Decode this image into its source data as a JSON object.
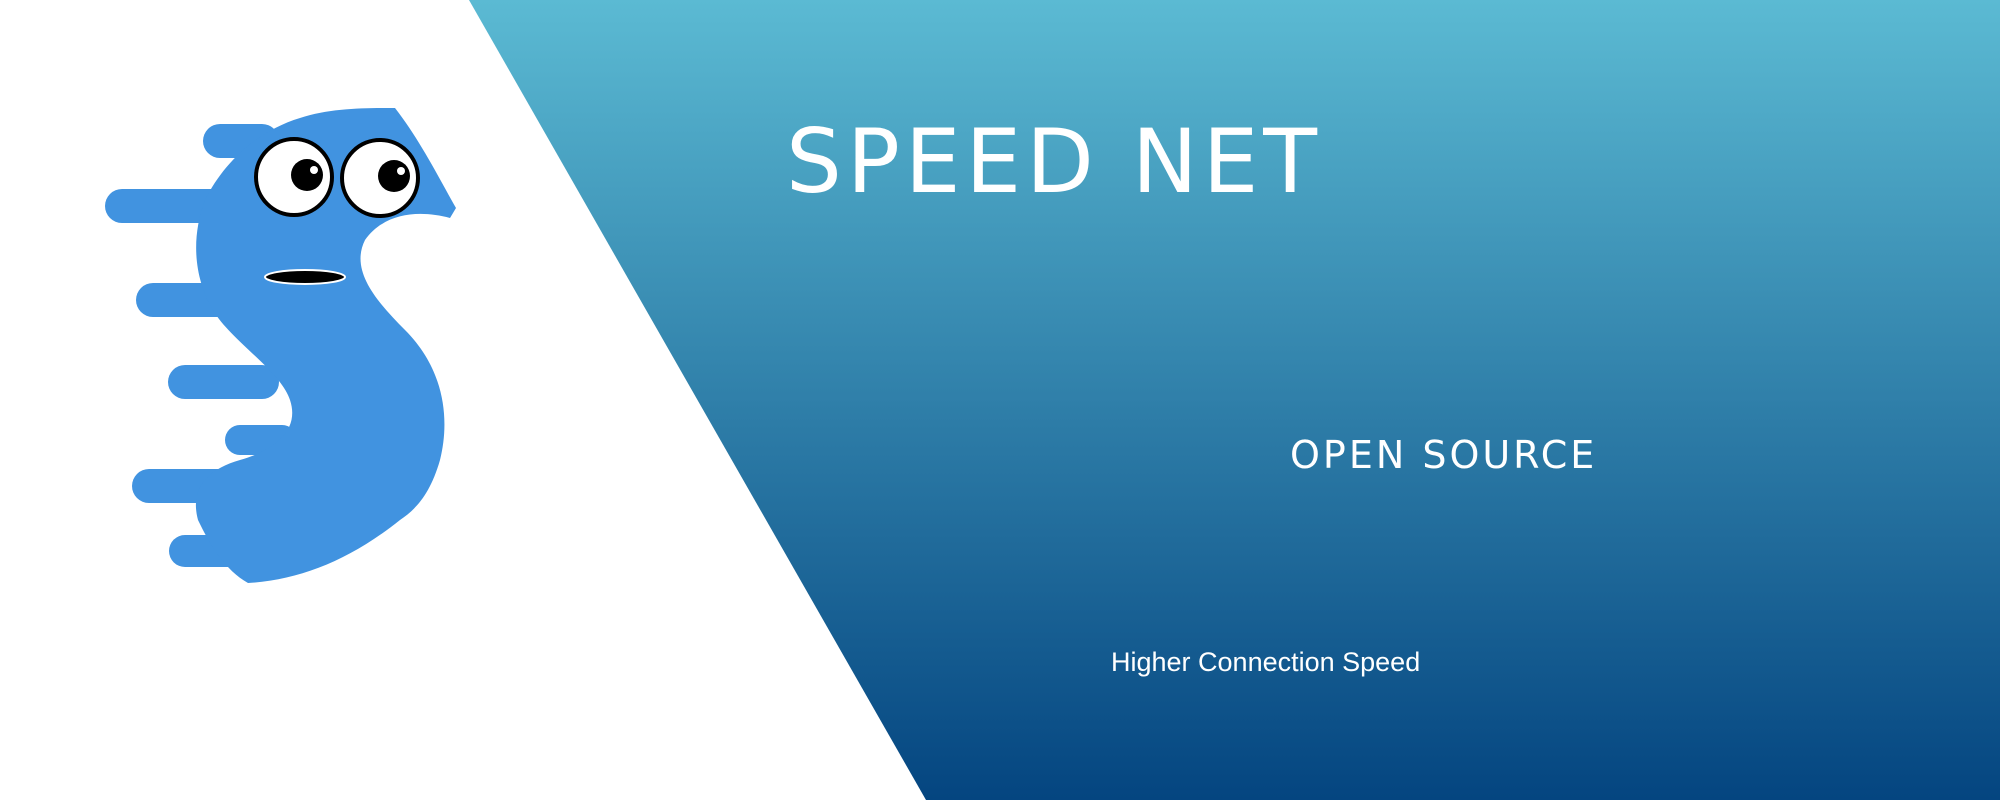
{
  "banner": {
    "title": "SPEED NET",
    "subtitle": "OPEN SOURCE",
    "tagline": "Higher Connection Speed"
  },
  "mascot": {
    "icon": "blue-s-mascot-icon",
    "color": "#4193e0"
  },
  "colors": {
    "gradient_top": "#5bbad3",
    "gradient_bottom": "#044580",
    "left_panel": "#ffffff",
    "text": "#ffffff"
  }
}
